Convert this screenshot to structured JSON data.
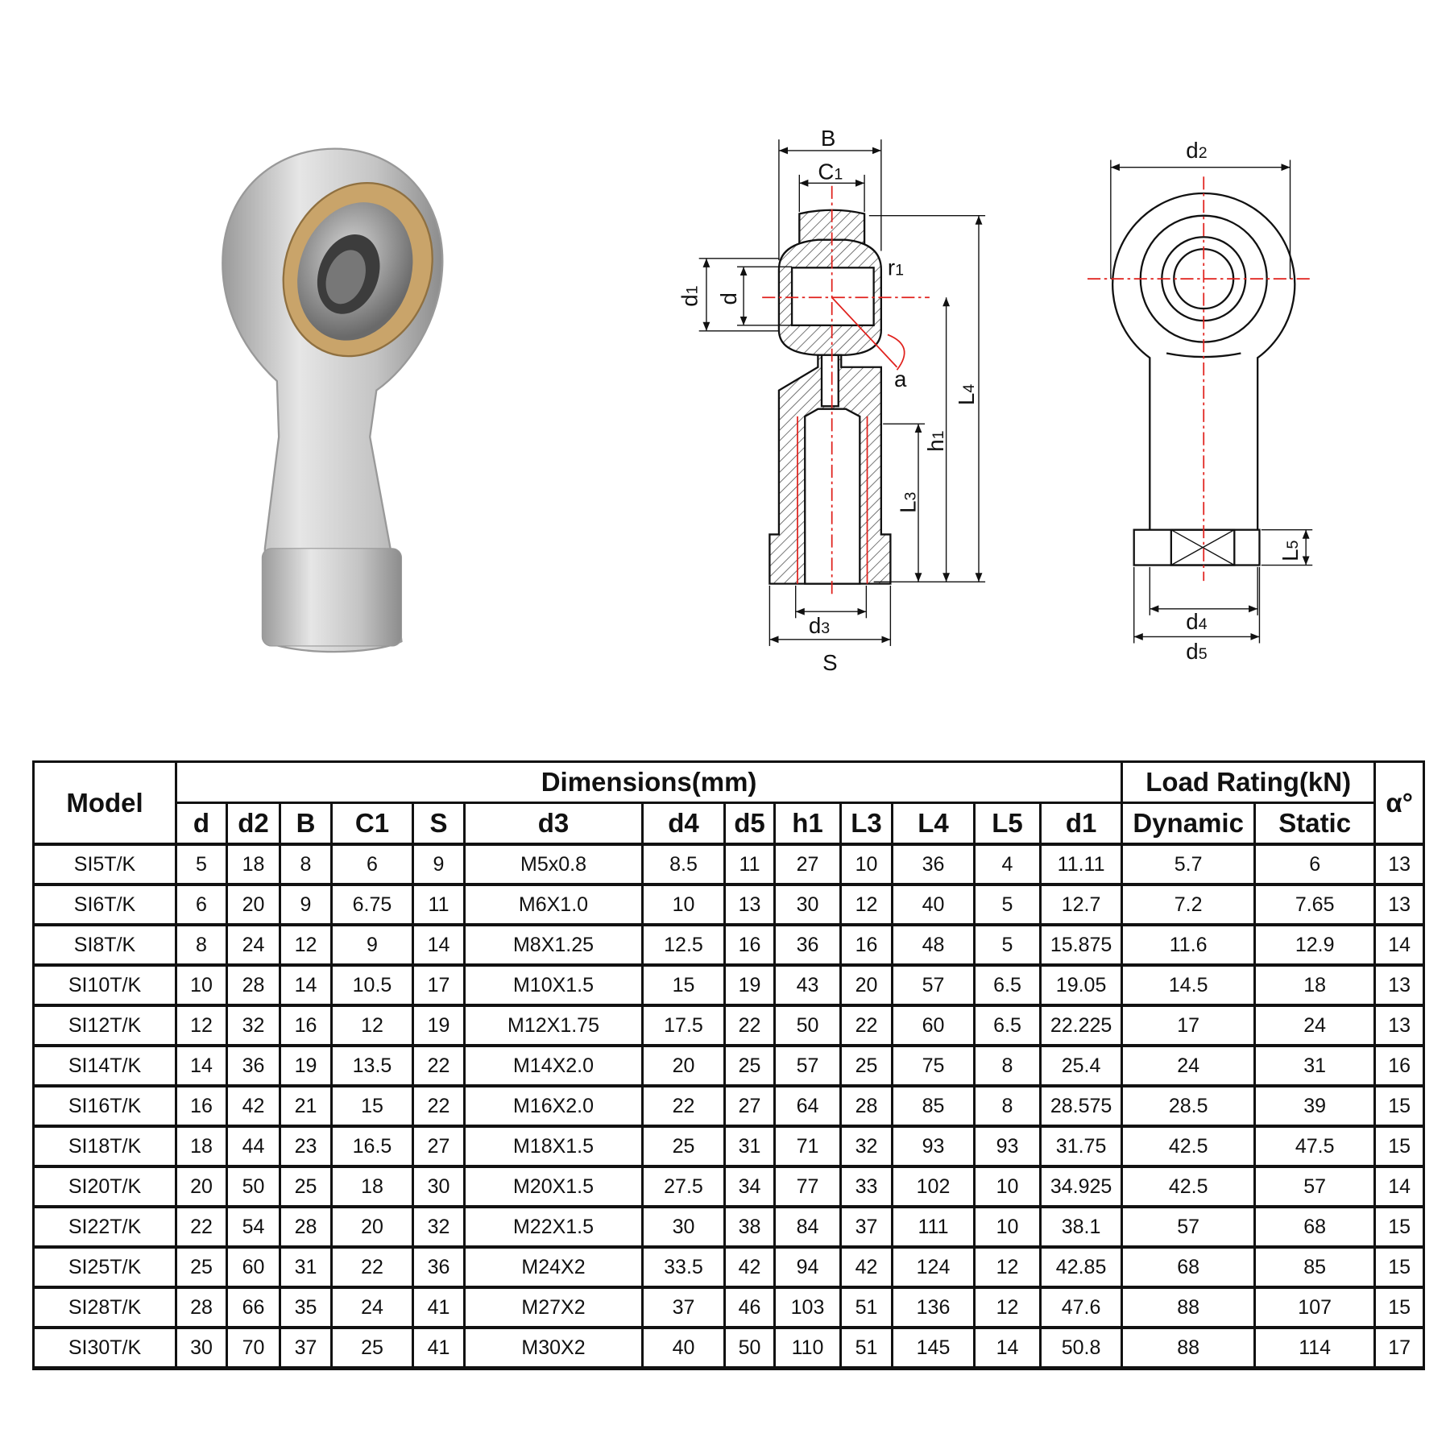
{
  "diagram_labels": {
    "B": "B",
    "C1": "C",
    "C1_sub": "1",
    "r1": "r",
    "r1_sub": "1",
    "a": "a",
    "d1": "d",
    "d1_sub": "1",
    "d": "d",
    "L4": "L",
    "L4_sub": "4",
    "h1": "h",
    "h1_sub": "1",
    "L3": "L",
    "L3_sub": "3",
    "d3": "d",
    "d3_sub": "3",
    "S": "S",
    "d2": "d",
    "d2_sub": "2",
    "L5": "L",
    "L5_sub": "5",
    "d4": "d",
    "d4_sub": "4",
    "d5": "d",
    "d5_sub": "5"
  },
  "colors": {
    "centerline": "#e0201c",
    "brass": "#c9a46a",
    "steel": "#c8c8c8"
  },
  "table": {
    "model_header": "Model",
    "dimensions_header": "Dimensions(mm)",
    "load_header": "Load Rating(kN)",
    "alpha_header": "α°",
    "columns": [
      "d",
      "d2",
      "B",
      "C1",
      "S",
      "d3",
      "d4",
      "d5",
      "h1",
      "L3",
      "L4",
      "L5",
      "d1",
      "Dynamic",
      "Static"
    ],
    "rows": [
      [
        "SI5T/K",
        "5",
        "18",
        "8",
        "6",
        "9",
        "M5x0.8",
        "8.5",
        "11",
        "27",
        "10",
        "36",
        "4",
        "11.11",
        "5.7",
        "6",
        "13"
      ],
      [
        "SI6T/K",
        "6",
        "20",
        "9",
        "6.75",
        "11",
        "M6X1.0",
        "10",
        "13",
        "30",
        "12",
        "40",
        "5",
        "12.7",
        "7.2",
        "7.65",
        "13"
      ],
      [
        "SI8T/K",
        "8",
        "24",
        "12",
        "9",
        "14",
        "M8X1.25",
        "12.5",
        "16",
        "36",
        "16",
        "48",
        "5",
        "15.875",
        "11.6",
        "12.9",
        "14"
      ],
      [
        "SI10T/K",
        "10",
        "28",
        "14",
        "10.5",
        "17",
        "M10X1.5",
        "15",
        "19",
        "43",
        "20",
        "57",
        "6.5",
        "19.05",
        "14.5",
        "18",
        "13"
      ],
      [
        "SI12T/K",
        "12",
        "32",
        "16",
        "12",
        "19",
        "M12X1.75",
        "17.5",
        "22",
        "50",
        "22",
        "60",
        "6.5",
        "22.225",
        "17",
        "24",
        "13"
      ],
      [
        "SI14T/K",
        "14",
        "36",
        "19",
        "13.5",
        "22",
        "M14X2.0",
        "20",
        "25",
        "57",
        "25",
        "75",
        "8",
        "25.4",
        "24",
        "31",
        "16"
      ],
      [
        "SI16T/K",
        "16",
        "42",
        "21",
        "15",
        "22",
        "M16X2.0",
        "22",
        "27",
        "64",
        "28",
        "85",
        "8",
        "28.575",
        "28.5",
        "39",
        "15"
      ],
      [
        "SI18T/K",
        "18",
        "44",
        "23",
        "16.5",
        "27",
        "M18X1.5",
        "25",
        "31",
        "71",
        "32",
        "93",
        "93",
        "31.75",
        "42.5",
        "47.5",
        "15"
      ],
      [
        "SI20T/K",
        "20",
        "50",
        "25",
        "18",
        "30",
        "M20X1.5",
        "27.5",
        "34",
        "77",
        "33",
        "102",
        "10",
        "34.925",
        "42.5",
        "57",
        "14"
      ],
      [
        "SI22T/K",
        "22",
        "54",
        "28",
        "20",
        "32",
        "M22X1.5",
        "30",
        "38",
        "84",
        "37",
        "111",
        "10",
        "38.1",
        "57",
        "68",
        "15"
      ],
      [
        "SI25T/K",
        "25",
        "60",
        "31",
        "22",
        "36",
        "M24X2",
        "33.5",
        "42",
        "94",
        "42",
        "124",
        "12",
        "42.85",
        "68",
        "85",
        "15"
      ],
      [
        "SI28T/K",
        "28",
        "66",
        "35",
        "24",
        "41",
        "M27X2",
        "37",
        "46",
        "103",
        "51",
        "136",
        "12",
        "47.6",
        "88",
        "107",
        "15"
      ],
      [
        "SI30T/K",
        "30",
        "70",
        "37",
        "25",
        "41",
        "M30X2",
        "40",
        "50",
        "110",
        "51",
        "145",
        "14",
        "50.8",
        "88",
        "114",
        "17"
      ]
    ]
  }
}
